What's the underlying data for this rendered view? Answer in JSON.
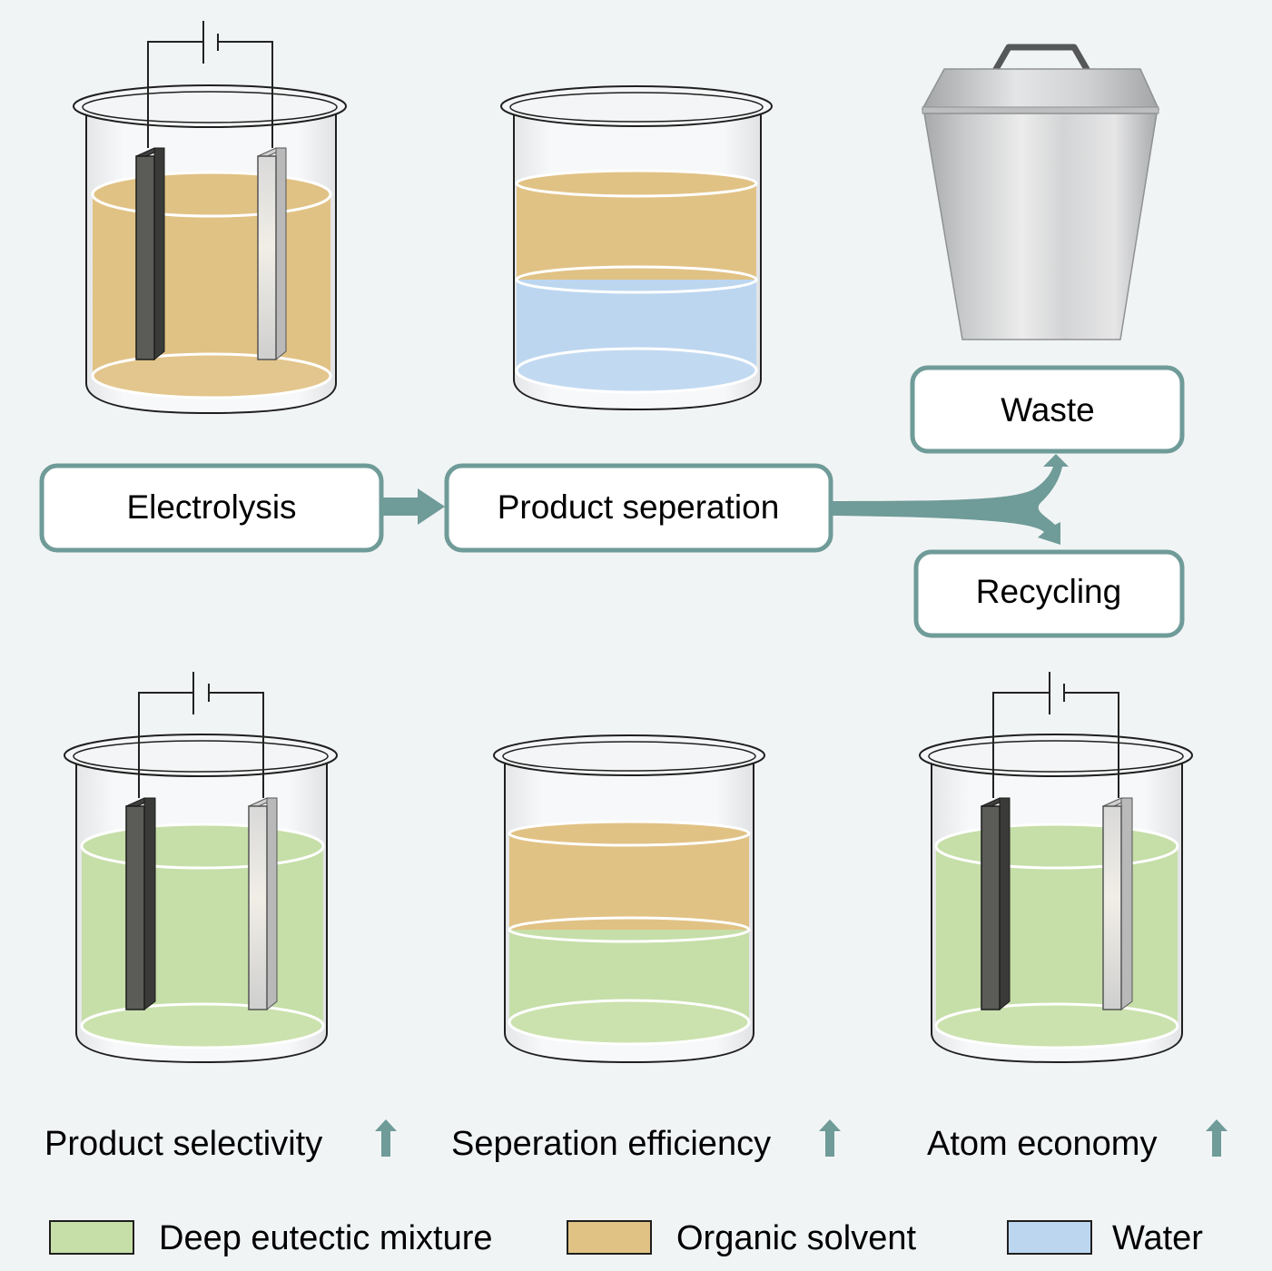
{
  "flow": {
    "step1": "Electrolysis",
    "step2": "Product seperation",
    "outcome_up": "Waste",
    "outcome_down": "Recycling"
  },
  "benefits": [
    {
      "label": "Product selectivity"
    },
    {
      "label": "Seperation efficiency"
    },
    {
      "label": "Atom economy"
    }
  ],
  "legend": [
    {
      "label": "Deep eutectic mixture",
      "color": "#c6dea8"
    },
    {
      "label": "Organic solvent",
      "color": "#e1c285"
    },
    {
      "label": "Water",
      "color": "#bcd6f0"
    }
  ],
  "colors": {
    "background": "#f1f4f5",
    "accent": "#6f9b98",
    "electrode_dark": "#5b5b58",
    "electrode_light": "#d2d2d2"
  }
}
